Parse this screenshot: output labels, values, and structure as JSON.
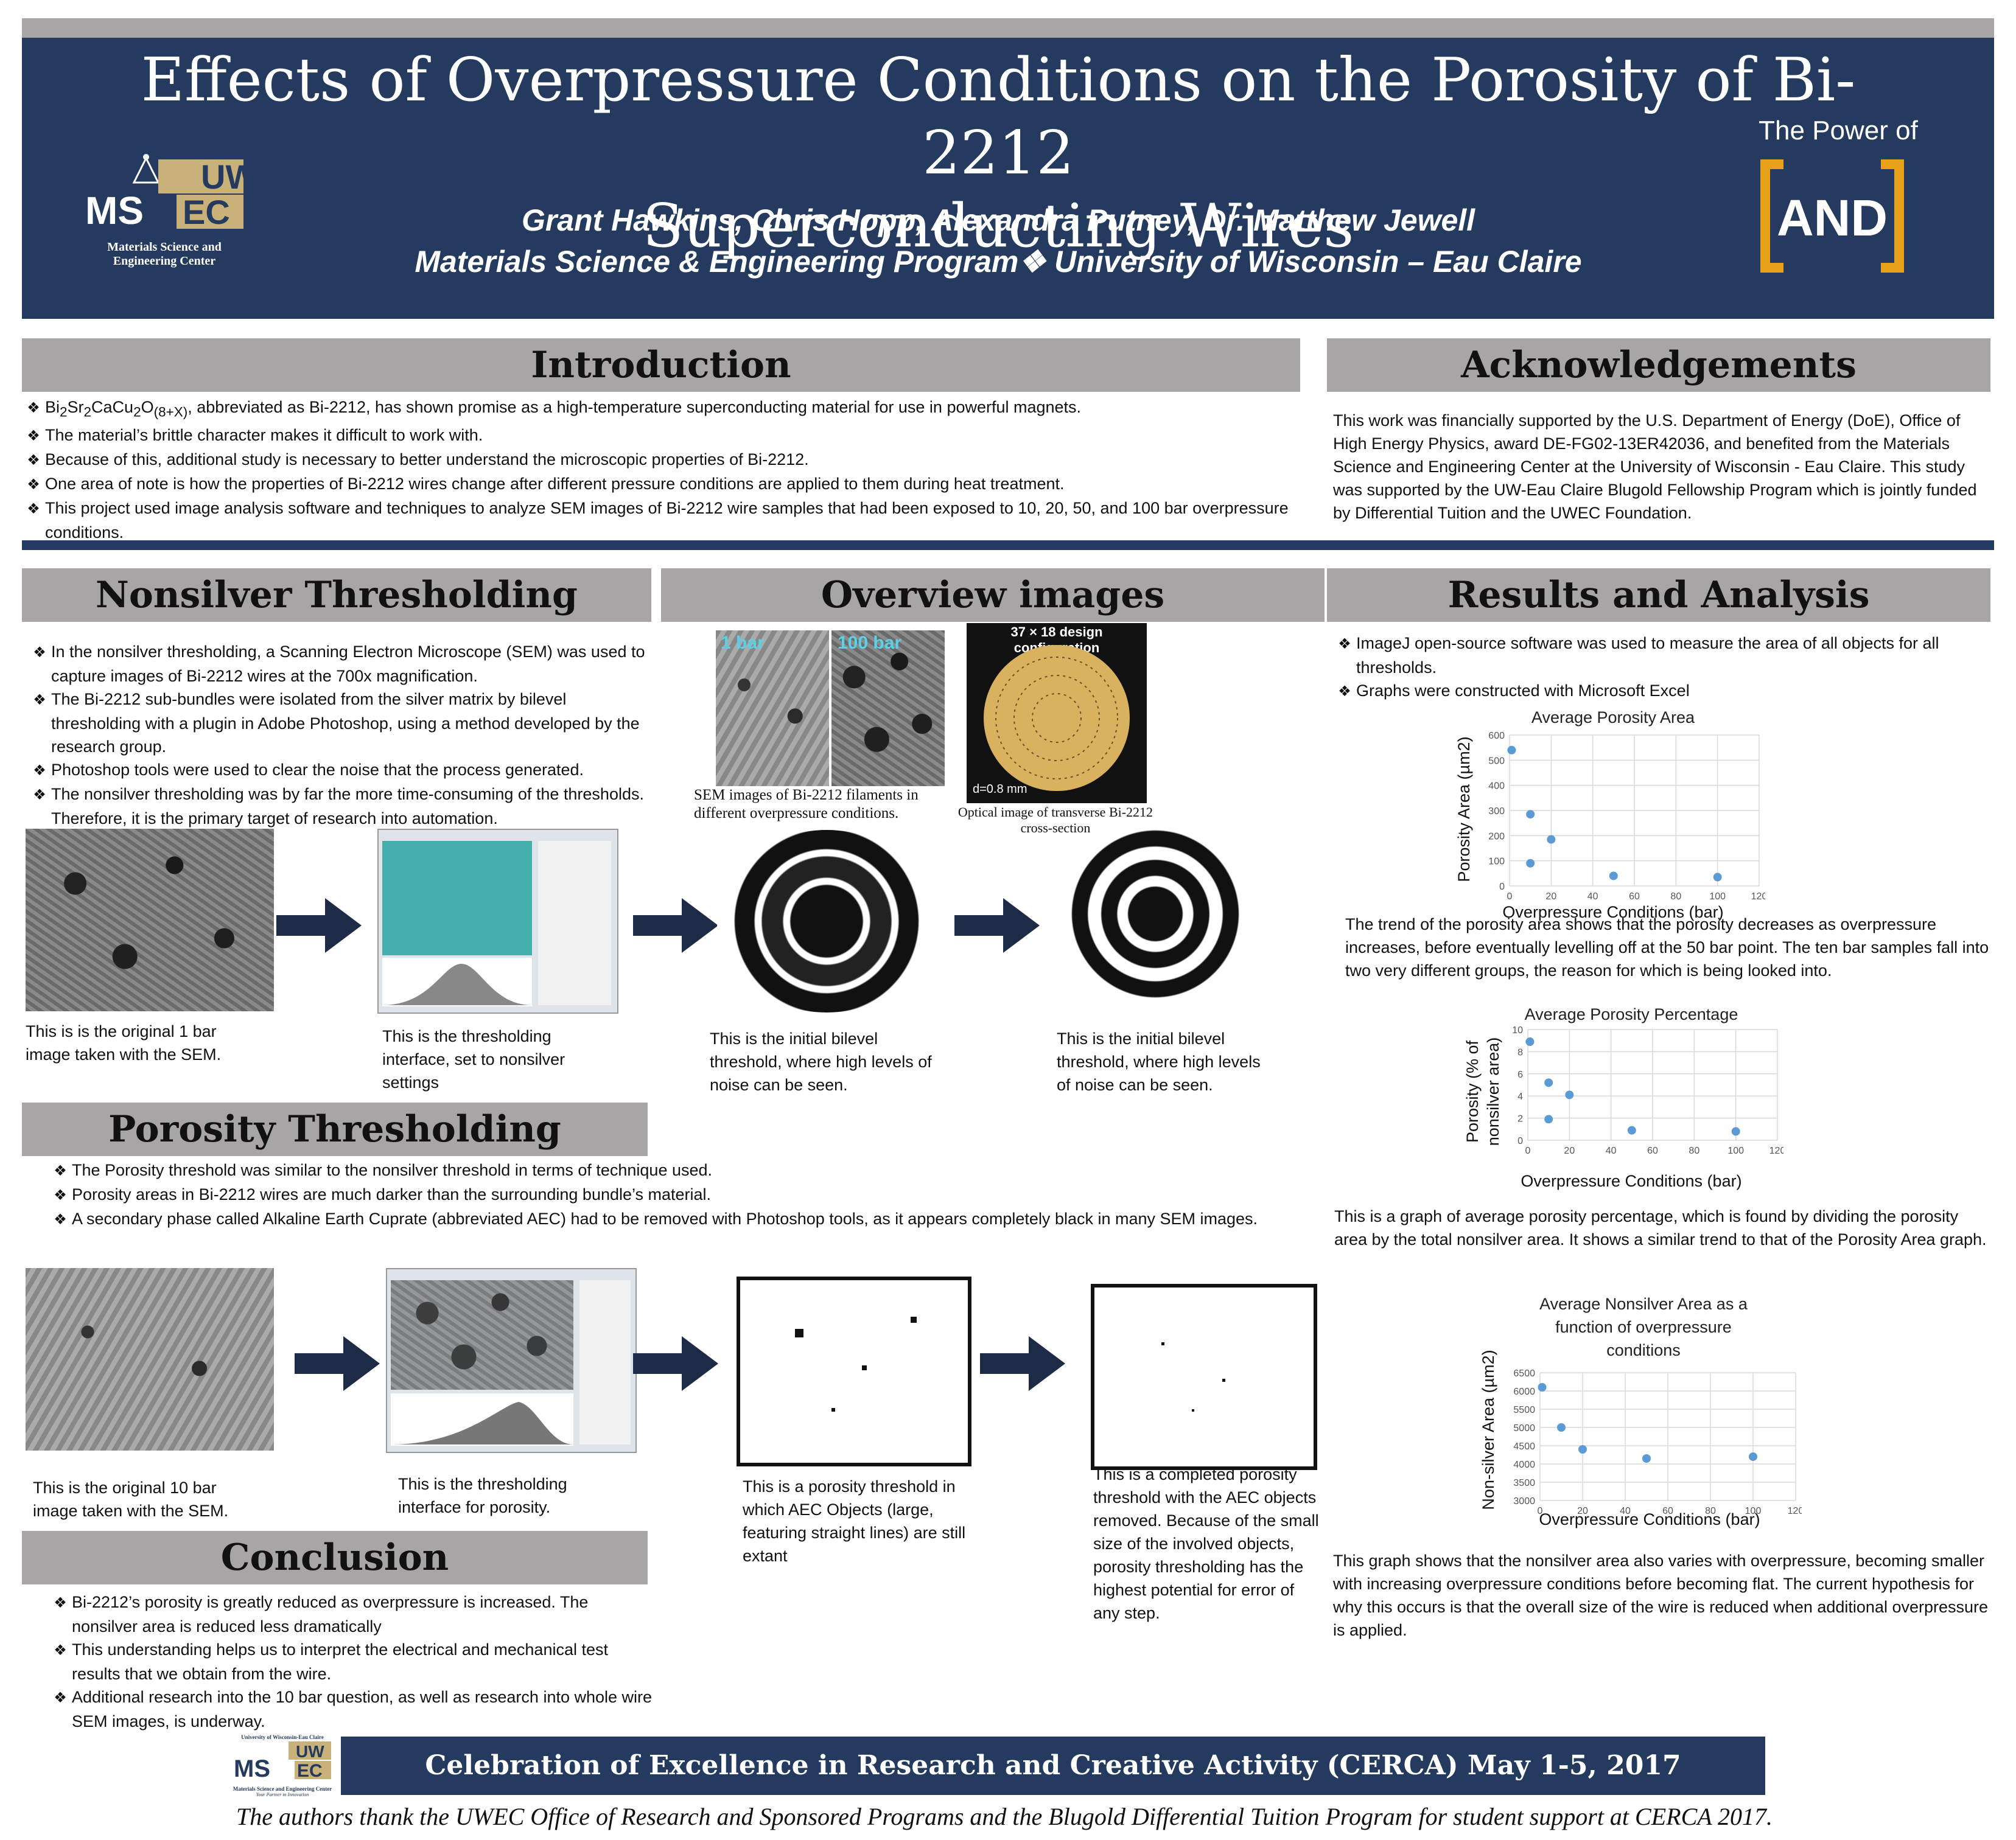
{
  "header": {
    "title_line1": "Effects of Overpressure Conditions on the Porosity of Bi-2212",
    "title_line2": "Superconducting Wires",
    "authors": "Grant Hawkins, Chris Hopp, Alexandra Putney, Dr. Matthew Jewell",
    "program": "Materials Science & Engineering Program",
    "university": "University of Wisconsin – Eau Claire",
    "logo_uw": "UW",
    "logo_ms": "MS",
    "logo_ec": "EC",
    "logo_line1": "Materials Science and",
    "logo_line2": "Engineering Center",
    "power_of": "The Power of",
    "and": "AND"
  },
  "colors": {
    "navy": "#243a5e",
    "gray": "#a7a5a5",
    "gold": "#e8a21a",
    "teal": "#2aa6a0",
    "point": "#5b9bd5"
  },
  "introduction": {
    "heading": "Introduction",
    "formula_prefix": "Bi",
    "bullet1_rest": ", abbreviated as Bi-2212, has shown promise as a high-temperature superconducting material for use in powerful magnets.",
    "bullets": [
      "The material’s brittle character makes it difficult to work with.",
      "Because of this, additional study is necessary to better understand the microscopic properties of Bi-2212.",
      "One area of note is how the properties of Bi-2212 wires change after different pressure conditions are applied to them during heat treatment.",
      "This project used image analysis software and techniques to analyze SEM images of Bi-2212 wire samples that had been exposed to 10, 20, 50, and 100 bar overpressure conditions."
    ]
  },
  "acknowledgements": {
    "heading": "Acknowledgements",
    "text": "This work was financially supported by the U.S. Department of Energy (DoE), Office of High Energy Physics, award DE-FG02-13ER42036, and benefited from the Materials Science and Engineering Center at the University of Wisconsin - Eau Claire. This study was supported by the UW-Eau Claire Blugold Fellowship Program which is jointly funded by Differential Tuition and the UWEC Foundation."
  },
  "nonsilver": {
    "heading": "Nonsilver Thresholding",
    "bullets": [
      "In the nonsilver thresholding, a Scanning Electron Microscope (SEM) was used to capture images of Bi-2212 wires at the 700x magnification.",
      "The Bi-2212 sub-bundles were isolated from the silver matrix by bilevel thresholding with a plugin in Adobe Photoshop, using a method developed by the research group.",
      "Photoshop tools were used to clear the noise that the process generated.",
      "The nonsilver thresholding was by far the more time-consuming of the thresholds.  Therefore, it is the primary target of research into automation."
    ],
    "captions": [
      "This is is the original 1 bar image taken with the SEM.",
      "This is the thresholding interface, set to nonsilver settings",
      "This is the initial bilevel threshold, where high levels of noise can be seen.",
      "This is the initial bilevel threshold, where high levels of noise can be seen."
    ]
  },
  "overview": {
    "heading": "Overview images",
    "label_1bar": "1 bar",
    "label_100bar": "100 bar",
    "label_design": "37 × 18 design configuration",
    "label_d": "d=0.8 mm",
    "caption_sem": "SEM images of Bi-2212 filaments in different overpressure conditions.",
    "caption_optical": "Optical image of transverse Bi-2212 cross-section"
  },
  "porosity": {
    "heading": "Porosity Thresholding",
    "bullets": [
      "The  Porosity threshold was similar to the nonsilver threshold in terms of technique used.",
      "Porosity areas in Bi-2212 wires are much darker than the surrounding bundle’s material.",
      "A secondary phase called Alkaline Earth Cuprate (abbreviated AEC) had to be removed with Photoshop tools, as it appears completely black in many SEM images."
    ],
    "captions": [
      "This is the original 10 bar image taken with the SEM.",
      "This is the thresholding interface for porosity.",
      "This is a porosity threshold in which AEC Objects (large, featuring straight lines) are still extant",
      "This is a completed porosity threshold with the AEC objects removed.  Because of the small size of the involved objects, porosity thresholding has the highest potential for error of any step."
    ]
  },
  "conclusion": {
    "heading": "Conclusion",
    "bullets": [
      "Bi-2212’s porosity is greatly reduced as overpressure is increased.  The nonsilver area is reduced less dramatically",
      "This understanding helps us to interpret the electrical and mechanical test results that we obtain from the wire.",
      "Additional research into the 10 bar question, as well as research into whole wire SEM images, is underway."
    ]
  },
  "results": {
    "heading": "Results and Analysis",
    "bullets": [
      "ImageJ open-source software was used to measure the area of all objects for all thresholds.",
      "Graphs were constructed with Microsoft Excel"
    ],
    "text1": "The trend of the porosity area shows that the porosity decreases as overpressure increases, before eventually levelling off at the 50 bar point. The ten bar samples fall into two very different groups, the reason for which is being looked into.",
    "text2": "This is a graph of average porosity percentage, which is found by dividing the porosity area by the total nonsilver area.  It shows a similar trend to that of the Porosity Area graph.",
    "text3": "This graph shows that the nonsilver area also varies with overpressure, becoming smaller with increasing overpressure conditions before becoming flat.  The current hypothesis for why this occurs is that the overall size of the wire is reduced when additional overpressure is applied."
  },
  "chart_data": [
    {
      "type": "scatter",
      "title": "Average Porosity Area",
      "xlabel": "Overpressure Conditions (bar)",
      "ylabel": "Porosity Area (µm2)",
      "xlim": [
        0,
        120
      ],
      "ylim": [
        0,
        600
      ],
      "xticks": [
        0,
        20,
        40,
        60,
        80,
        100,
        120
      ],
      "yticks": [
        0,
        100,
        200,
        300,
        400,
        500,
        600
      ],
      "x": [
        1,
        10,
        10,
        20,
        50,
        100
      ],
      "y": [
        540,
        285,
        90,
        185,
        40,
        35
      ],
      "grid": true
    },
    {
      "type": "scatter",
      "title": "Average Porosity Percentage",
      "xlabel": "Overpressure Conditions (bar)",
      "ylabel_line1": "Porosity (% of",
      "ylabel_line2": "nonsilver area)",
      "xlim": [
        0,
        120
      ],
      "ylim": [
        0,
        10
      ],
      "xticks": [
        0,
        20,
        40,
        60,
        80,
        100,
        120
      ],
      "yticks": [
        0,
        2,
        4,
        6,
        8,
        10
      ],
      "x": [
        1,
        10,
        10,
        20,
        50,
        100
      ],
      "y": [
        8.9,
        5.2,
        1.9,
        4.1,
        0.9,
        0.8
      ],
      "grid": true
    },
    {
      "type": "scatter",
      "title_line1": "Average Nonsilver Area as a",
      "title_line2": "function of overpressure",
      "title_line3": "conditions",
      "xlabel": "Overpressure Conditions (bar)",
      "ylabel": "Non-silver Area (µm2)",
      "xlim": [
        0,
        120
      ],
      "ylim": [
        3000,
        6500
      ],
      "xticks": [
        0,
        20,
        40,
        60,
        80,
        100,
        120
      ],
      "yticks": [
        3000,
        3500,
        4000,
        4500,
        5000,
        5500,
        6000,
        6500
      ],
      "x": [
        1,
        10,
        20,
        50,
        100
      ],
      "y": [
        6100,
        5000,
        4400,
        4150,
        4200
      ],
      "grid": true
    }
  ],
  "footer": {
    "cerca": "Celebration of Excellence in Research and Creative Activity (CERCA) May 1-5, 2017",
    "thanks": "The authors thank the UWEC Office of Research and Sponsored Programs and the Blugold Differential Tuition Program for student support at CERCA 2017.",
    "logo_top": "University of Wisconsin-Eau Claire",
    "logo_ms": "MS",
    "logo_ec": "EC",
    "logo_uw": "UW",
    "logo_line1": "Materials Science and Engineering Center",
    "logo_line2": "Your Partner in Innovation"
  }
}
